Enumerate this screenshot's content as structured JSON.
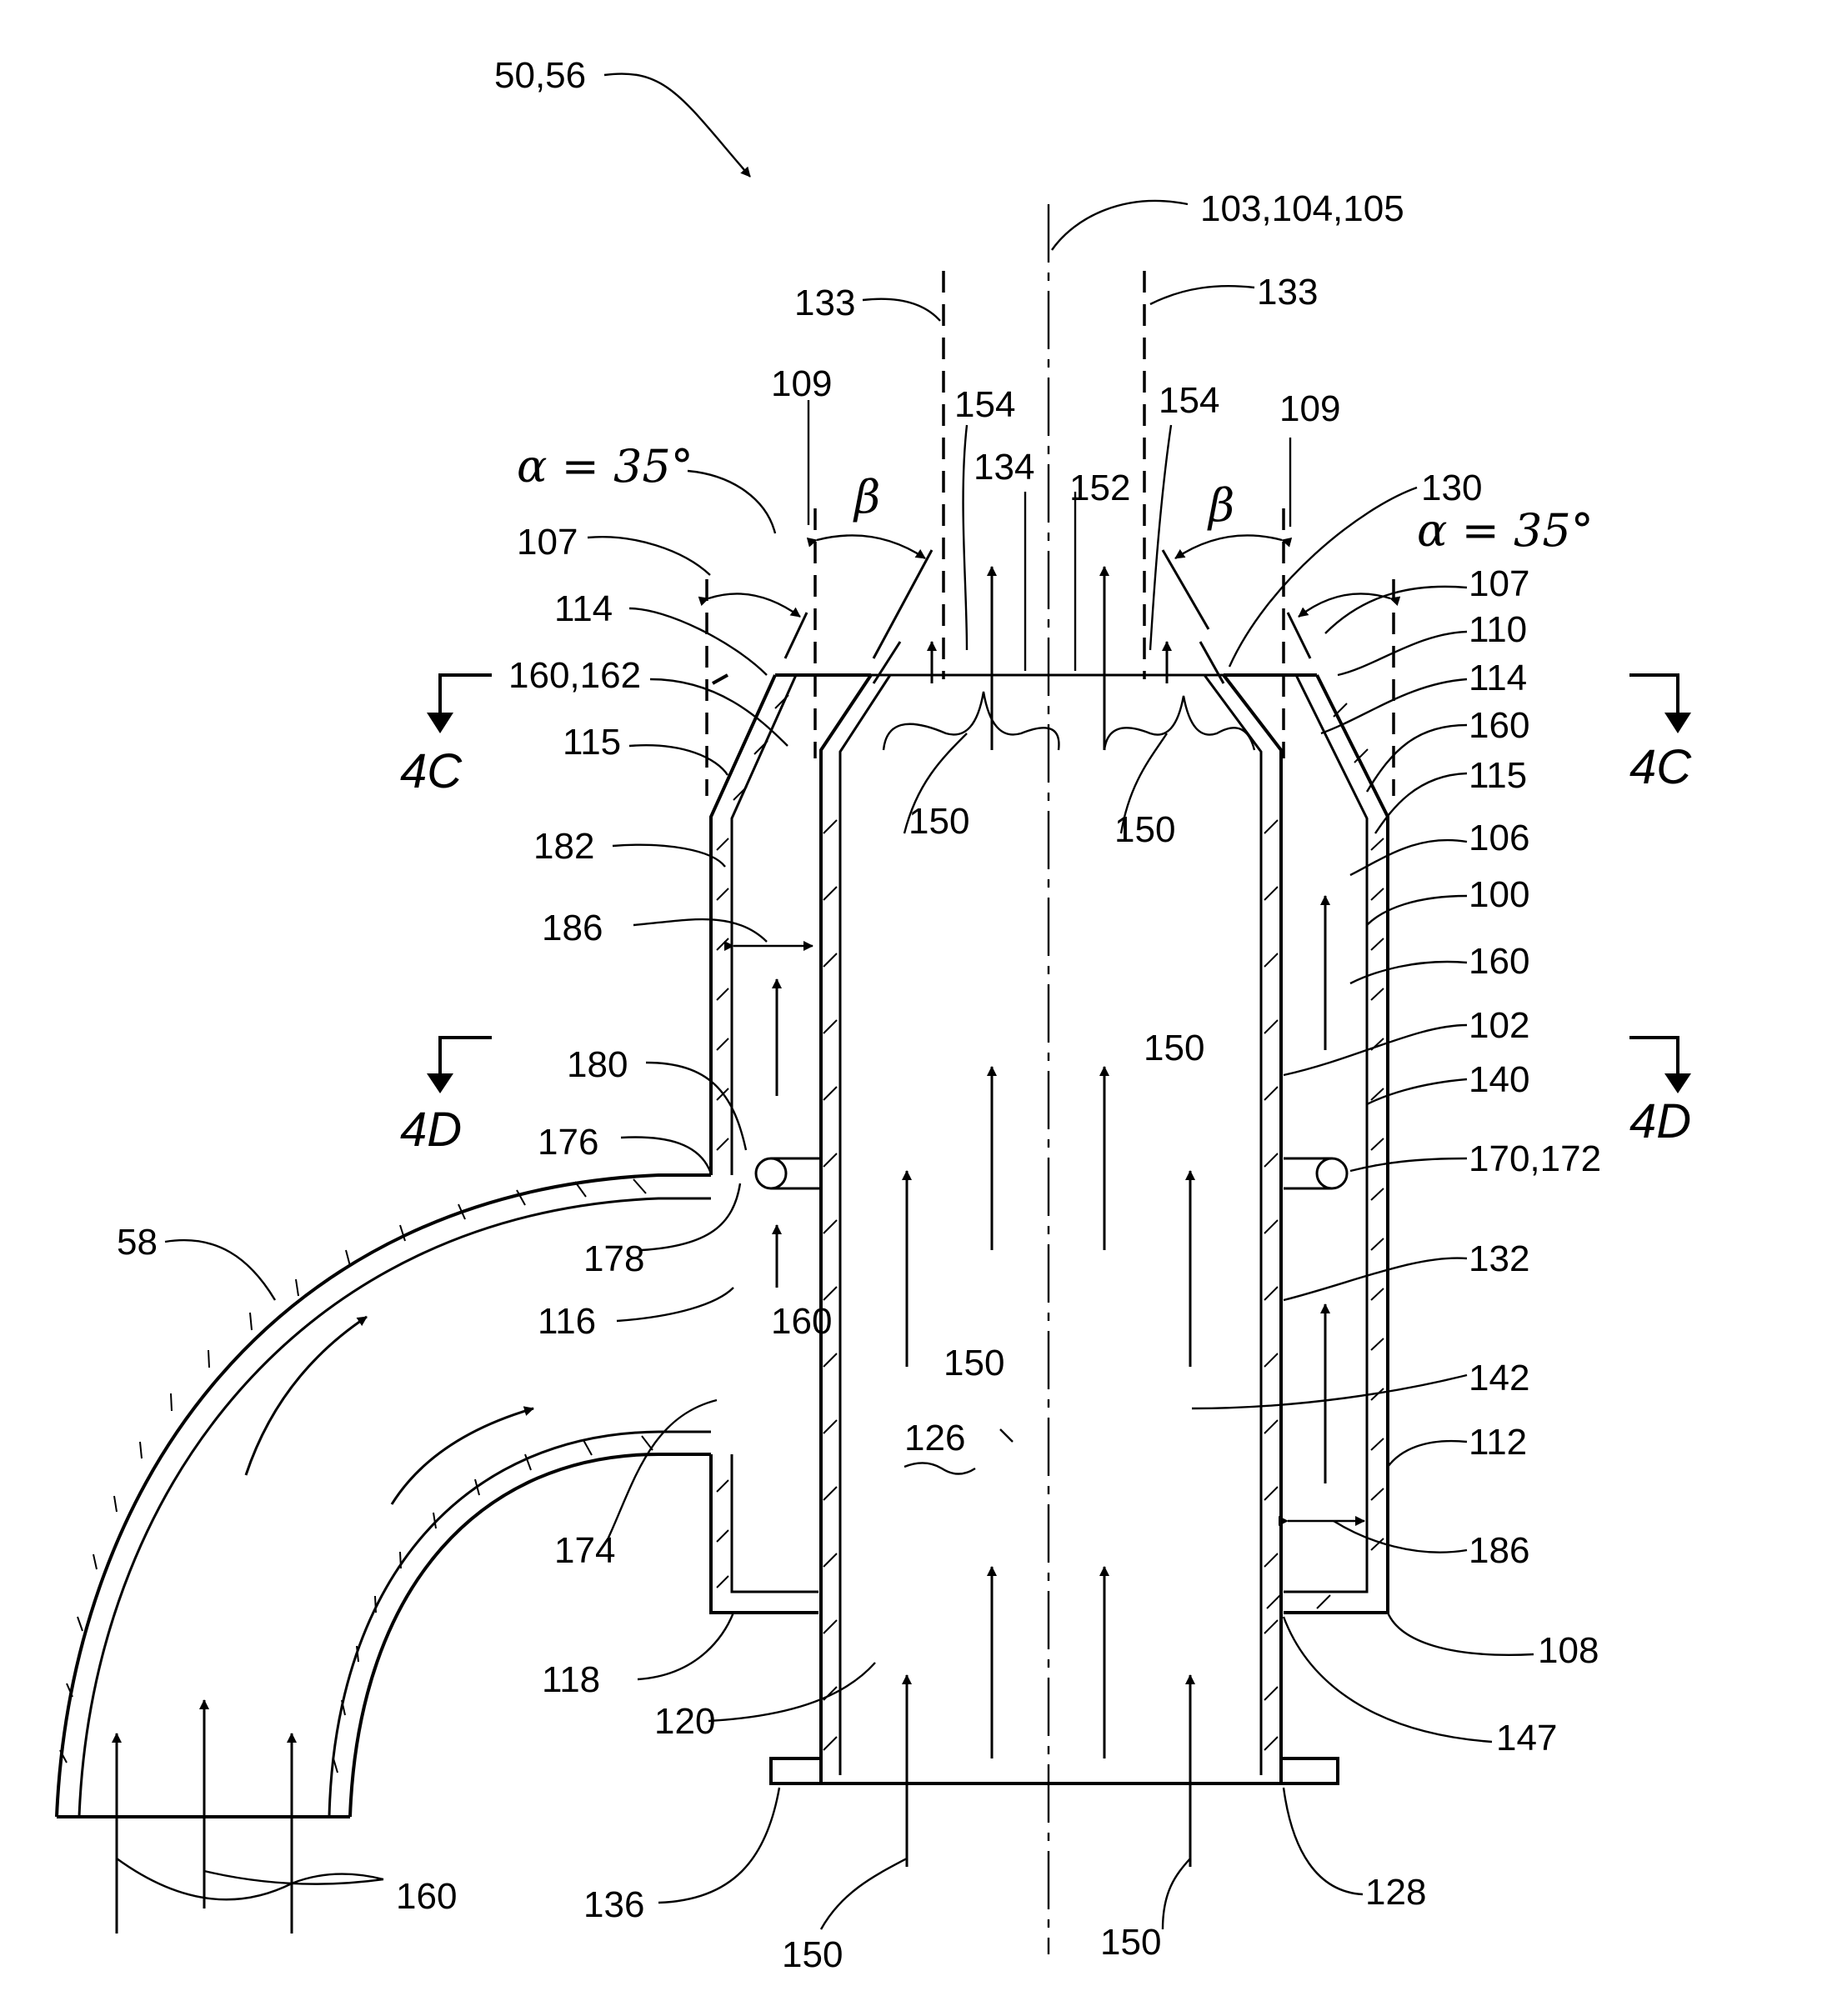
{
  "figure": {
    "ref_main": "50,56",
    "axis": "103,104,105",
    "alpha_label": "α = 35°",
    "beta_label": "β",
    "section_4c": "4C",
    "section_4d": "4D"
  },
  "labels": {
    "l133": "133",
    "l109": "109",
    "l154": "154",
    "l134": "134",
    "l152": "152",
    "l130": "130",
    "l107": "107",
    "l114": "114",
    "l110": "110",
    "l160_162": "160,162",
    "l160": "160",
    "l115": "115",
    "l150": "150",
    "l182": "182",
    "l186": "186",
    "l106": "106",
    "l100": "100",
    "l102": "102",
    "l180": "180",
    "l140": "140",
    "l176": "176",
    "l170_172": "170,172",
    "l58": "58",
    "l178": "178",
    "l132": "132",
    "l116": "116",
    "l142": "142",
    "l126": "126",
    "l112": "112",
    "l174": "174",
    "l118": "118",
    "l108": "108",
    "l120": "120",
    "l147": "147",
    "l136": "136",
    "l128": "128"
  }
}
